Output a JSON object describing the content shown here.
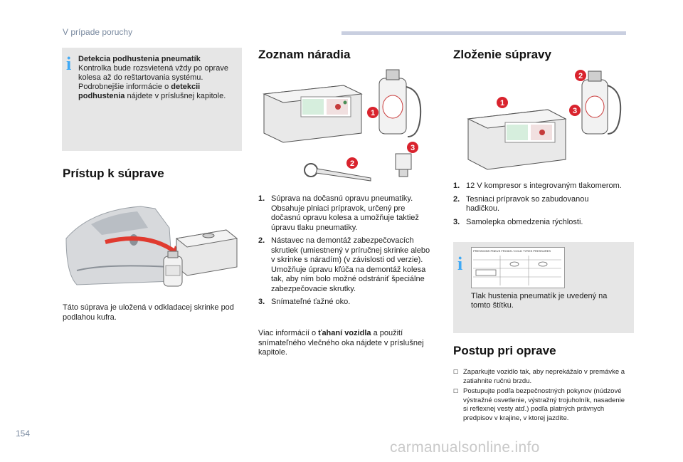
{
  "header": {
    "title": "V prípade poruchy",
    "accent_color": "#c9cfe0"
  },
  "footer": {
    "page_number": "154",
    "watermark": "carmanualsonline.info"
  },
  "note_detection": {
    "icon": "info-icon",
    "title": "Detekcia podhustenia pneumatík",
    "text1": "Kontrolka bude rozsvietená vždy po oprave kolesa až do reštartovania systému.",
    "text2_prefix": "Podrobnejšie informácie o ",
    "text2_bold": "detekcii podhustenia",
    "text2_suffix": " nájdete v príslušnej kapitole."
  },
  "access": {
    "title": "Prístup k súprave",
    "text": "Táto súprava je uložená v odkladacej skrinke pod podlahou kufra."
  },
  "tools": {
    "title": "Zoznam náradia",
    "badges": [
      "1",
      "2",
      "3"
    ],
    "items": [
      {
        "num": "1.",
        "lines": [
          "Súprava na dočasnú opravu pneumatiky.",
          "Obsahuje plniaci prípravok, určený pre dočasnú opravu kolesa a umožňuje taktiež úpravu tlaku pneumatiky."
        ]
      },
      {
        "num": "2.",
        "lines": [
          "Nástavec na demontáž zabezpečovacích skrutiek (umiestnený v príručnej skrinke alebo v skrinke s náradím) (v závislosti od verzie).",
          "Umožňuje úpravu kľúča na demontáž kolesa tak, aby ním bolo možné odstrániť špeciálne zabezpečovacie skrutky."
        ]
      },
      {
        "num": "3.",
        "lines": [
          "Snímateľné ťažné oko."
        ]
      }
    ],
    "more_prefix": "Viac informácií o ",
    "more_bold": "ťahaní vozidla",
    "more_suffix": " a použití snímateľného vlečného oka nájdete v príslušnej kapitole."
  },
  "kit": {
    "title": "Zloženie súpravy",
    "badges": [
      "1",
      "2",
      "3"
    ],
    "items": [
      {
        "num": "1.",
        "text": "12 V kompresor s integrovaným tlakomerom."
      },
      {
        "num": "2.",
        "text": "Tesniaci prípravok so zabudovanou hadičkou."
      },
      {
        "num": "3.",
        "text": "Samolepka obmedzenia rýchlosti."
      }
    ]
  },
  "note_pressure": {
    "icon": "info-icon",
    "label_text": "PRESSIONS PNEUS FROIDS / COLD TYRES PRESSURES",
    "text": "Tlak hustenia pneumatík je uvedený na tomto štítku."
  },
  "repair": {
    "title": "Postup pri oprave",
    "steps": [
      "Zaparkujte vozidlo tak, aby neprekážalo v premávke a zatiahnite ručnú brzdu.",
      "Postupujte podľa bezpečnostných pokynov (núdzové výstražné osvetlenie, výstražný trojuholník, nasadenie si reflexnej vesty atď.) podľa platných právnych predpisov v krajine, v ktorej jazdíte."
    ]
  },
  "colors": {
    "info_icon": "#3fa9f5",
    "badge": "#d9232d",
    "note_bg": "#e6e6e6"
  }
}
